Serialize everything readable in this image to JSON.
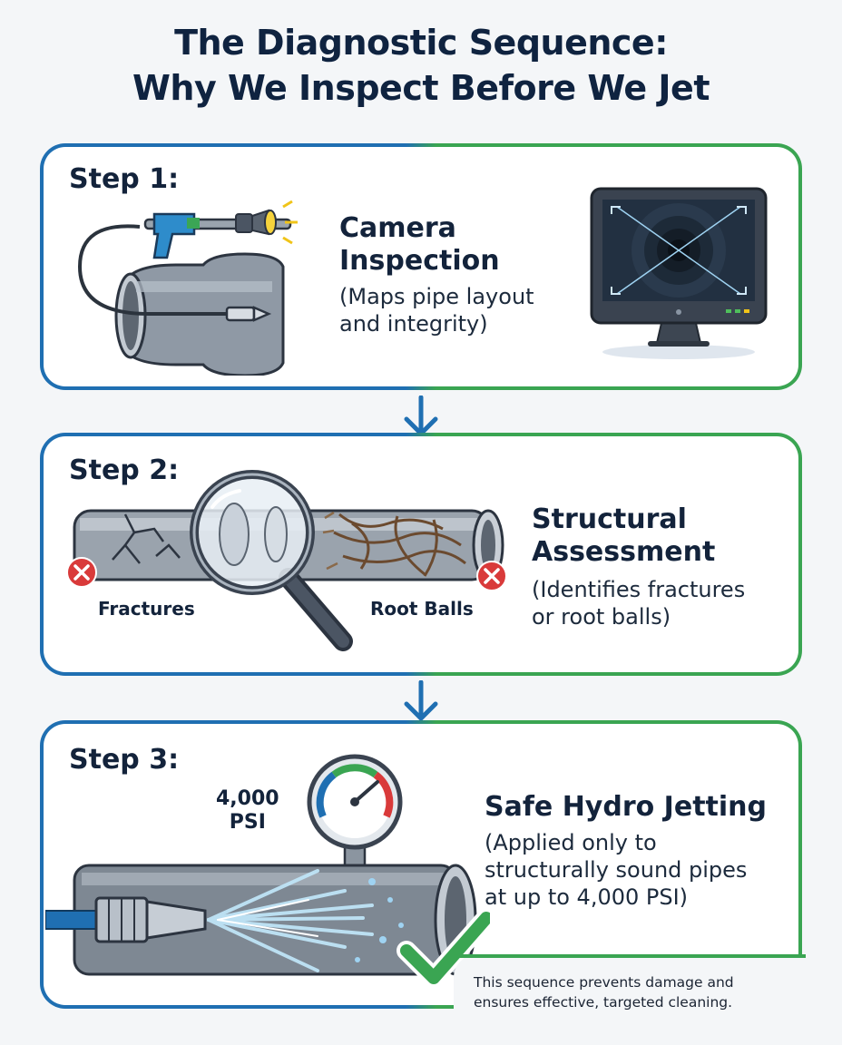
{
  "title": {
    "line1": "The Diagnostic Sequence:",
    "line2": "Why We Inspect Before We Jet"
  },
  "colors": {
    "blue": "#1f6fb2",
    "green": "#3aa552",
    "navy": "#13233b",
    "red": "#d93a3a"
  },
  "steps": [
    {
      "label": "Step 1:",
      "title_line1": "Camera",
      "title_line2": "Inspection",
      "desc_line1": "(Maps pipe layout",
      "desc_line2": "and integrity)",
      "icons": [
        "camera-wand-icon",
        "pipe-icon",
        "monitor-icon"
      ]
    },
    {
      "label": "Step 2:",
      "title_line1": "Structural",
      "title_line2": "Assessment",
      "desc_line1": "(Identifies fractures",
      "desc_line2": "or root balls)",
      "left_tag": "Fractures",
      "right_tag": "Root Balls",
      "icons": [
        "cracked-pipe-icon",
        "magnifier-icon",
        "x-mark-icon",
        "roots-icon"
      ]
    },
    {
      "label": "Step 3:",
      "title_line1": "Safe Hydro Jetting",
      "desc_line1": "(Applied only to",
      "desc_line2": "structurally sound pipes",
      "desc_line3": "at up to 4,000 PSI)",
      "gauge_line1": "4,000",
      "gauge_line2": "PSI",
      "icons": [
        "pressure-gauge-icon",
        "jet-nozzle-icon",
        "checkmark-icon"
      ]
    }
  ],
  "footnote": {
    "line1": "This sequence prevents damage and",
    "line2": "ensures effective, targeted cleaning."
  }
}
